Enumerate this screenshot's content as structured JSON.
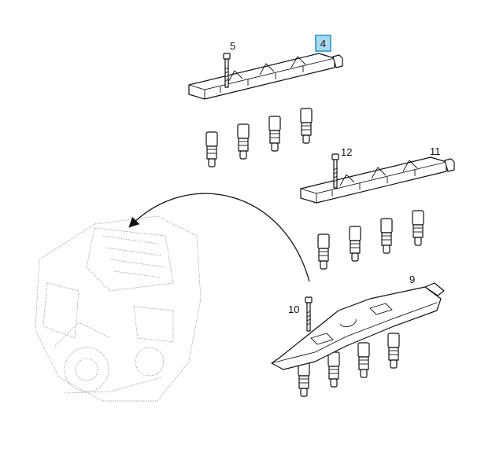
{
  "diagram": {
    "callouts": [
      {
        "id": "4",
        "label": "4",
        "highlighted": true
      },
      {
        "id": "5",
        "label": "5"
      },
      {
        "id": "11",
        "label": "11"
      },
      {
        "id": "12",
        "label": "12"
      },
      {
        "id": "9",
        "label": "9"
      },
      {
        "id": "10",
        "label": "10"
      }
    ],
    "highlight_fill": "#a9d8ec",
    "highlight_border": "#4aa8d0"
  }
}
